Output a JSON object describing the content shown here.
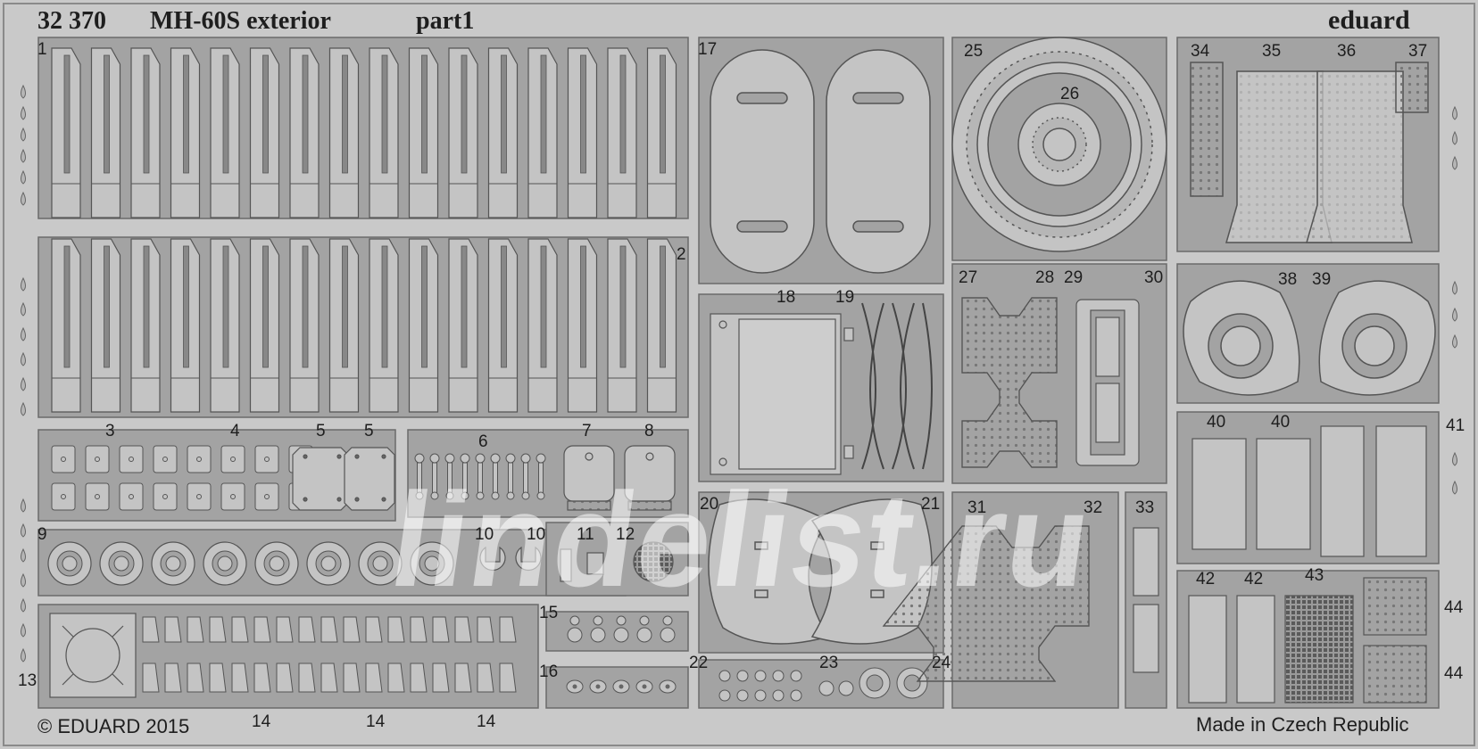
{
  "header": {
    "set_number": "32 370",
    "set_title": "MH-60S exterior",
    "set_part": "part1",
    "brand": "eduard"
  },
  "footer": {
    "copyright": "© EDUARD 2015",
    "origin": "Made in Czech Republic"
  },
  "watermark": "lindelist.ru",
  "part_numbers": [
    "1",
    "2",
    "3",
    "4",
    "5",
    "5",
    "6",
    "7",
    "8",
    "9",
    "10",
    "10",
    "11",
    "12",
    "13",
    "14",
    "14",
    "14",
    "15",
    "16",
    "17",
    "18",
    "19",
    "20",
    "21",
    "22",
    "23",
    "24",
    "25",
    "26",
    "27",
    "28",
    "29",
    "30",
    "31",
    "32",
    "33",
    "34",
    "35",
    "36",
    "37",
    "38",
    "39",
    "40",
    "40",
    "41",
    "42",
    "42",
    "43",
    "44",
    "44"
  ],
  "colors": {
    "fret_frame": "#c9c9c9",
    "part_panel": "#a3a3a3",
    "part_fill": "#c4c4c4",
    "outline": "#555555",
    "text": "#1e1e1e"
  }
}
